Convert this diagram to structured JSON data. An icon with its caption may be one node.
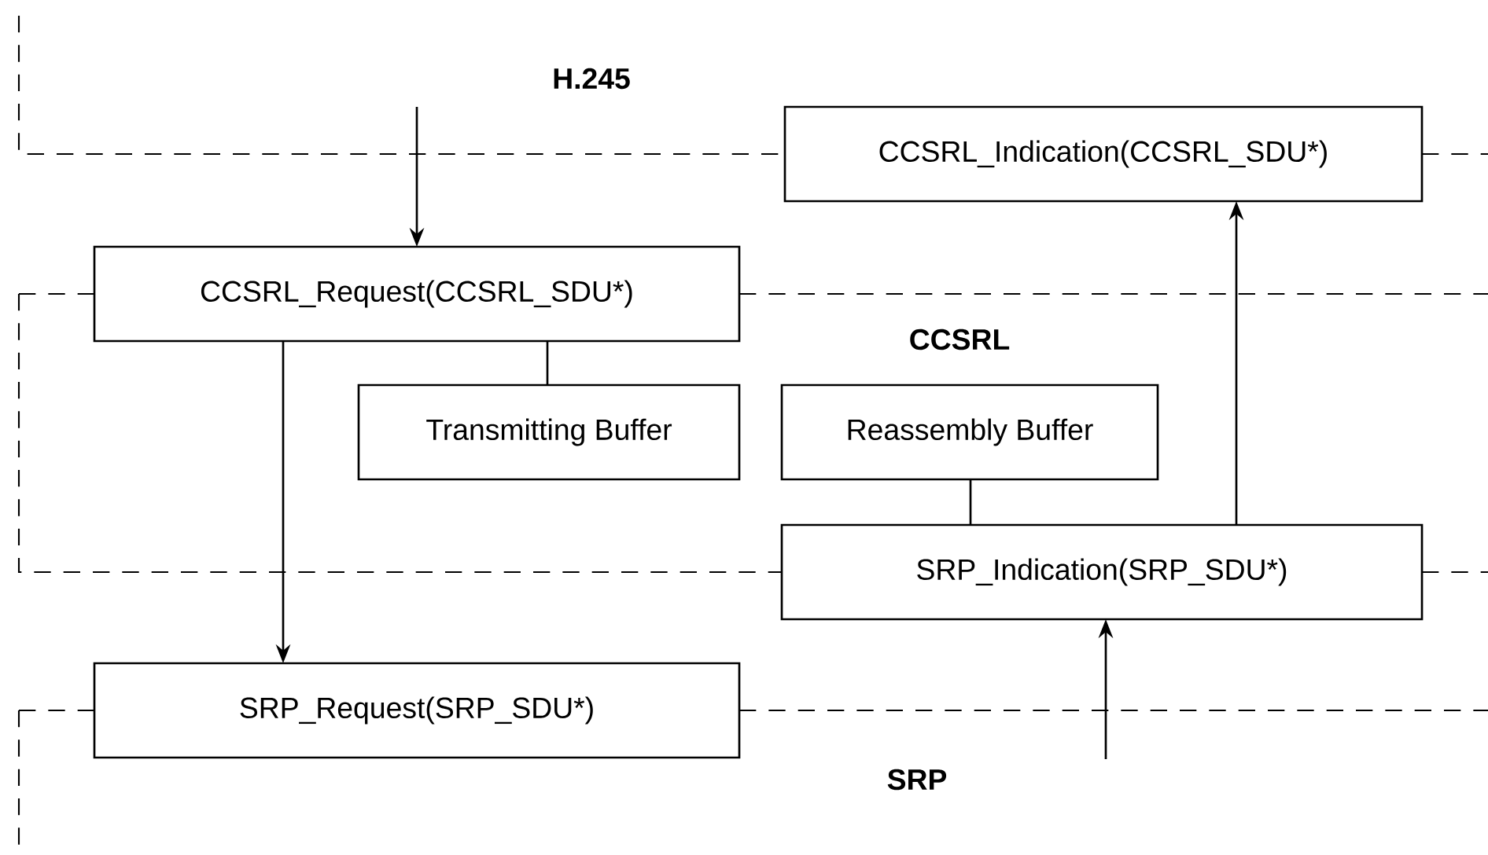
{
  "diagram": {
    "nodes": [
      {
        "text": [
          "CCSRL_Indication(CCSRL_SDU*)"
        ]
      },
      {
        "text": [
          "CCSRL_Request(CCSRL_SDU*)"
        ]
      },
      {
        "text": [
          "Transmitting Buffer"
        ]
      },
      {
        "text": [
          "Reassembly Buffer"
        ]
      },
      {
        "text": [
          "SRP_Indication(SRP_SDU*)"
        ]
      },
      {
        "text": [
          "SRP_Request(SRP_SDU*)"
        ]
      }
    ],
    "edges": [
      {
        "from": null,
        "to": 1,
        "arrow": "to"
      },
      {
        "from": 1,
        "to": 5,
        "arrow": "to"
      },
      {
        "from": 1,
        "to": 2,
        "arrow": "none"
      },
      {
        "from": 3,
        "to": 4,
        "arrow": "none"
      },
      {
        "from": 4,
        "to": 0,
        "arrow": "to"
      },
      {
        "from": null,
        "to": 4,
        "arrow": "to"
      }
    ],
    "labels": [
      "H.245",
      "CCSRL",
      "SRP"
    ]
  }
}
